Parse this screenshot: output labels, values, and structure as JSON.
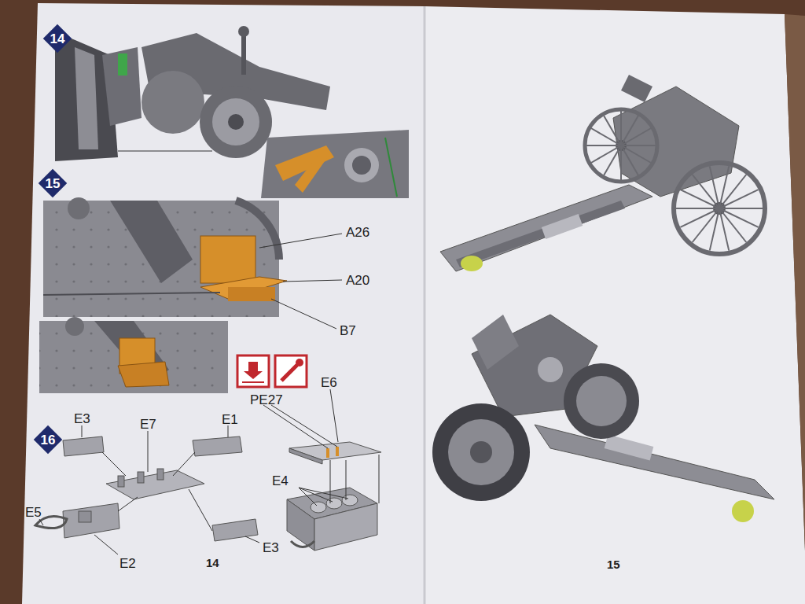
{
  "diagram": {
    "nodes": [
      {
        "text": [
          "14"
        ]
      },
      {
        "text": [
          "15"
        ]
      },
      {
        "text": [
          "16"
        ]
      }
    ],
    "labels": [
      "A26",
      "A20",
      "B7",
      "E6",
      "PE27",
      "E3",
      "E7",
      "E1",
      "E4",
      "E5",
      "E2",
      "E3",
      "14",
      "15"
    ]
  }
}
